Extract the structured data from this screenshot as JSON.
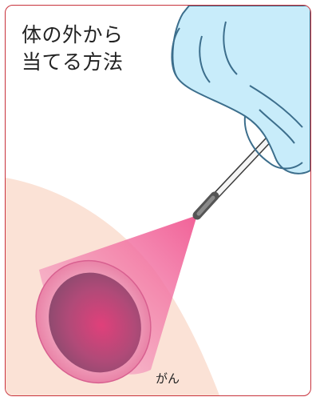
{
  "figure": {
    "title_line1": "体の外から",
    "title_line2": "当てる方法",
    "tumor_label": "がん",
    "colors": {
      "frame": "#c8323c",
      "skin": "#fbe2d6",
      "glove": "#c8ecfa",
      "glove_outline": "#3c6e8c",
      "beam": "#ec6e9a",
      "tumor": "#c83c6e"
    },
    "icons": [
      "gloved-hand-icon",
      "applicator-probe-icon",
      "radiation-beam-icon",
      "tumor-icon"
    ]
  }
}
